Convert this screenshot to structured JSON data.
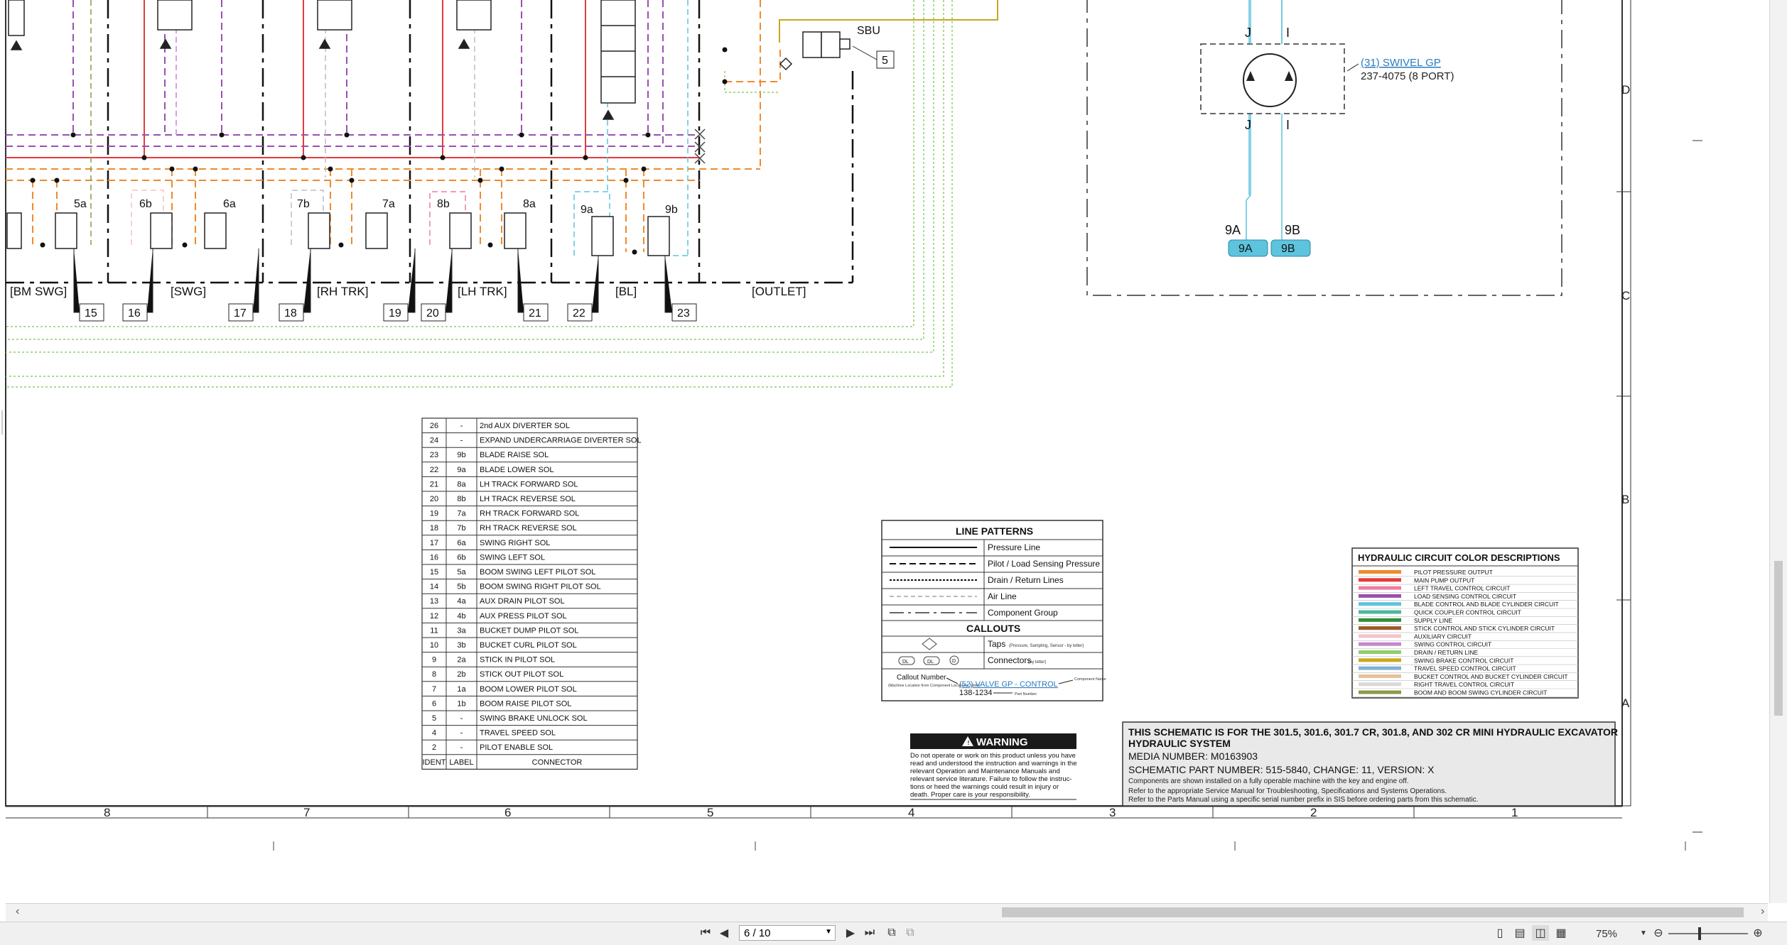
{
  "drawing": {
    "bottom_labels": [
      "[BM SWG]",
      "[SWG]",
      "[RH TRK]",
      "[LH TRK]",
      "[BL]",
      "[OUTLET]"
    ],
    "callout_boxes": [
      "15",
      "16",
      "17",
      "18",
      "19",
      "20",
      "21",
      "22",
      "23",
      "5"
    ],
    "solenoid_labels": [
      "5a",
      "6b",
      "6a",
      "7b",
      "7a",
      "8b",
      "8a",
      "9a",
      "9b"
    ],
    "sbu_label": "SBU",
    "swivel": {
      "port_top_left": "J",
      "port_top_right": "I",
      "port_bottom_left": "J",
      "port_bottom_right": "I",
      "link_text": "(31) SWIVEL GP",
      "part_text": "237-4075 (8 PORT)",
      "line_labels": [
        "9A",
        "9B"
      ],
      "connectors": [
        "9A",
        "9B"
      ]
    },
    "zone_rows": [
      "D",
      "C",
      "B",
      "A"
    ],
    "zone_cols": [
      "8",
      "7",
      "6",
      "5",
      "4",
      "3",
      "2",
      "1"
    ]
  },
  "connector_table": {
    "headers": [
      "IDENT",
      "LABEL",
      "CONNECTOR"
    ],
    "rows": [
      [
        "26",
        "-",
        "2nd AUX DIVERTER SOL"
      ],
      [
        "24",
        "-",
        "EXPAND UNDERCARRIAGE DIVERTER SOL"
      ],
      [
        "23",
        "9b",
        "BLADE RAISE SOL"
      ],
      [
        "22",
        "9a",
        "BLADE LOWER SOL"
      ],
      [
        "21",
        "8a",
        "LH TRACK FORWARD SOL"
      ],
      [
        "20",
        "8b",
        "LH TRACK REVERSE SOL"
      ],
      [
        "19",
        "7a",
        "RH TRACK FORWARD SOL"
      ],
      [
        "18",
        "7b",
        "RH TRACK REVERSE SOL"
      ],
      [
        "17",
        "6a",
        "SWING RIGHT SOL"
      ],
      [
        "16",
        "6b",
        "SWING LEFT SOL"
      ],
      [
        "15",
        "5a",
        "BOOM SWING LEFT PILOT SOL"
      ],
      [
        "14",
        "5b",
        "BOOM SWING RIGHT PILOT SOL"
      ],
      [
        "13",
        "4a",
        "AUX DRAIN PILOT SOL"
      ],
      [
        "12",
        "4b",
        "AUX PRESS PILOT SOL"
      ],
      [
        "11",
        "3a",
        "BUCKET DUMP PILOT SOL"
      ],
      [
        "10",
        "3b",
        "BUCKET CURL PILOT SOL"
      ],
      [
        "9",
        "2a",
        "STICK IN PILOT SOL"
      ],
      [
        "8",
        "2b",
        "STICK OUT PILOT SOL"
      ],
      [
        "7",
        "1a",
        "BOOM LOWER PILOT SOL"
      ],
      [
        "6",
        "1b",
        "BOOM RAISE PILOT SOL"
      ],
      [
        "5",
        "-",
        "SWING BRAKE UNLOCK SOL"
      ],
      [
        "4",
        "-",
        "TRAVEL SPEED SOL"
      ],
      [
        "2",
        "-",
        "PILOT ENABLE SOL"
      ]
    ]
  },
  "line_patterns": {
    "title": "LINE PATTERNS",
    "items": [
      "Pressure Line",
      "Pilot / Load Sensing Pressure",
      "Drain / Return Lines",
      "Air Line",
      "Component Group"
    ],
    "callouts_title": "CALLOUTS",
    "taps_label": "Taps",
    "taps_note": "(Pressure, Sampling, Sensor - by letter)",
    "connectors_label": "Connectors",
    "connectors_note": "(by letter)",
    "connector_symbols": [
      "DL",
      "DL",
      "D"
    ],
    "callout_number_label": "Callout Number",
    "callout_number_note": "(Machine Location from Component Locations Table)",
    "callout_link": "(52) VALVE GP - CONTROL",
    "component_name": "Component Name",
    "part_example": "138-1234",
    "part_number": "Part Number"
  },
  "color_desc": {
    "title": "HYDRAULIC CIRCUIT COLOR DESCRIPTIONS",
    "items": [
      {
        "color": "#f08a2c",
        "label": "PILOT PRESSURE OUTPUT"
      },
      {
        "color": "#e23b3b",
        "label": "MAIN PUMP OUTPUT"
      },
      {
        "color": "#ef7b9e",
        "label": "LEFT TRAVEL CONTROL CIRCUIT"
      },
      {
        "color": "#9b4fb0",
        "label": "LOAD SENSING CONTROL CIRCUIT"
      },
      {
        "color": "#5ec3dd",
        "label": "BLADE CONTROL AND BLADE CYLINDER CIRCUIT"
      },
      {
        "color": "#4bb89a",
        "label": "QUICK COUPLER CONTROL CIRCUIT"
      },
      {
        "color": "#2e8f3a",
        "label": "SUPPLY LINE"
      },
      {
        "color": "#a0572a",
        "label": "STICK CONTROL AND STICK CYLINDER CIRCUIT"
      },
      {
        "color": "#f5c2c8",
        "label": "AUXILIARY CIRCUIT"
      },
      {
        "color": "#c487cf",
        "label": "SWING CONTROL CIRCUIT"
      },
      {
        "color": "#8fcf6a",
        "label": "DRAIN / RETURN LINE"
      },
      {
        "color": "#c8a81e",
        "label": "SWING BRAKE CONTROL CIRCUIT"
      },
      {
        "color": "#7fb2d6",
        "label": "TRAVEL SPEED CONTROL CIRCUIT"
      },
      {
        "color": "#e6c09a",
        "label": "BUCKET CONTROL AND BUCKET CYLINDER CIRCUIT"
      },
      {
        "color": "#d9d9d9",
        "label": "RIGHT TRAVEL CONTROL CIRCUIT"
      },
      {
        "color": "#8a9a4a",
        "label": "BOOM AND BOOM SWING CYLINDER CIRCUIT"
      }
    ]
  },
  "warning": {
    "title": "WARNING",
    "lines": [
      "Do not operate or work on this product unless you have",
      "read and understood the instruction and warnings in the",
      "relevant Operation and Maintenance Manuals and",
      "relevant service literature. Failure to follow the instruc-",
      "tions or heed the warnings could result in injury or",
      "death. Proper care is your responsibility."
    ]
  },
  "title_block": {
    "line1": "THIS SCHEMATIC IS FOR THE 301.5, 301.6, 301.7 CR, 301.8, AND 302 CR MINI HYDRAULIC EXCAVATOR",
    "line2": "HYDRAULIC SYSTEM",
    "media": "MEDIA NUMBER: M0163903",
    "part": "SCHEMATIC PART NUMBER: 515-5840, CHANGE: 11, VERSION: X",
    "note1": "Components are shown installed on a fully operable machine with the key and engine off.",
    "note2": "Refer to the appropriate Service Manual for Troubleshooting, Specifications and Systems Operations.",
    "note3": "Refer to the Parts Manual using a specific serial number prefix in SIS before ordering parts from this schematic."
  },
  "toolbar": {
    "page_indicator": "6 / 10",
    "zoom": "75%",
    "icons": [
      "first-page-icon",
      "prev-page-icon",
      "next-page-icon",
      "last-page-icon",
      "fit-page-icon",
      "fit-width-icon",
      "single-page-icon",
      "continuous-icon",
      "two-page-icon",
      "two-page-continuous-icon",
      "zoom-out-icon",
      "zoom-in-icon"
    ]
  }
}
